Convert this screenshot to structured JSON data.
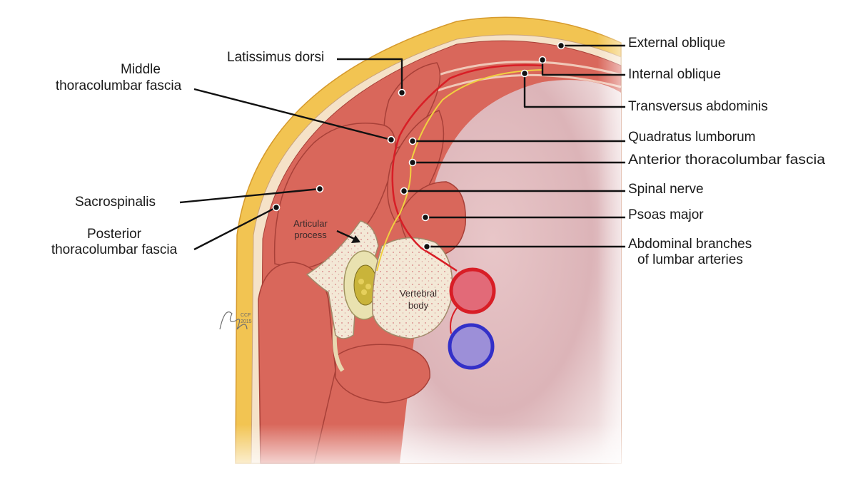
{
  "labels": {
    "external_oblique": "External oblique",
    "internal_oblique": "Internal oblique",
    "transversus_abdominis": "Transversus abdominis",
    "quadratus_lumborum": "Quadratus lumborum",
    "anterior_tlf": "Anterior thoracolumbar fascia",
    "spinal_nerve": "Spinal nerve",
    "psoas_major": "Psoas major",
    "abdominal_branches_l1": "Abdominal branches",
    "abdominal_branches_l2": "of lumbar arteries",
    "latissimus_dorsi": "Latissimus dorsi",
    "middle_tlf_l1": "Middle",
    "middle_tlf_l2": "thoracolumbar fascia",
    "sacrospinalis": "Sacrospinalis",
    "posterior_tlf_l1": "Posterior",
    "posterior_tlf_l2": "thoracolumbar fascia",
    "articular_l1": "Articular",
    "articular_l2": "process",
    "vertebral_l1": "Vertebral",
    "vertebral_l2": "body"
  },
  "signature": {
    "initials": "CCF",
    "year": "2015"
  },
  "colors": {
    "fat": "#f2c452",
    "muscle": "#d9675b",
    "cavity": "#e6c4c4",
    "bone": "#f3e8d6",
    "artery": "#d81e26",
    "vein": "#3330c8",
    "vein_fill": "#9c8fd8",
    "nerve": "#f0d040"
  }
}
